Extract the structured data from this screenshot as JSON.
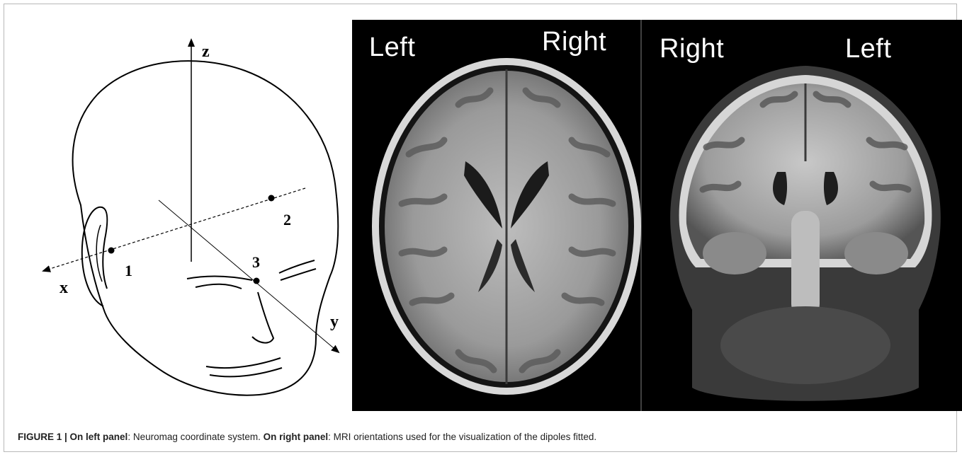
{
  "figure": {
    "caption": {
      "label": "FIGURE 1 | ",
      "part1_bold": "On left panel",
      "part1_text": ": Neuromag coordinate system. ",
      "part2_bold": "On right panel",
      "part2_text": ": MRI orientations used for the visualization of the dipoles fitted."
    },
    "left_panel": {
      "axis_labels": {
        "x": "x",
        "y": "y",
        "z": "z"
      },
      "points": [
        "1",
        "2",
        "3"
      ]
    },
    "right_panel": {
      "axial": {
        "left_label": "Left",
        "right_label": "Right"
      },
      "coronal": {
        "left_label": "Right",
        "right_label": "Left"
      }
    }
  }
}
